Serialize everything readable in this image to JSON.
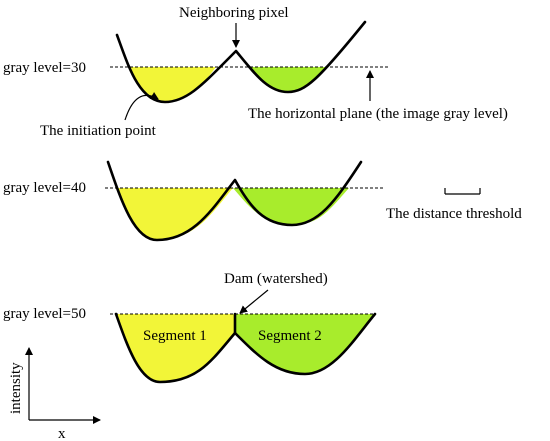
{
  "labels": {
    "neighboring_pixel": "Neighboring pixel",
    "initiation_point": "The initiation point",
    "horizontal_plane": "The horizontal  plane  (the image gray level)",
    "distance_threshold": "The distance threshold",
    "dam": "Dam (watershed)",
    "segment_1": "Segment 1",
    "segment_2": "Segment 2",
    "y_axis": "intensity",
    "x_axis": "x"
  },
  "panels": [
    {
      "level_label": "gray level=30",
      "gray_level": 30
    },
    {
      "level_label": "gray level=40",
      "gray_level": 40
    },
    {
      "level_label": "gray level=50",
      "gray_level": 50
    }
  ],
  "colors": {
    "left_basin": "#f2f538",
    "right_basin": "#a8ec2c",
    "line": "#000000"
  }
}
